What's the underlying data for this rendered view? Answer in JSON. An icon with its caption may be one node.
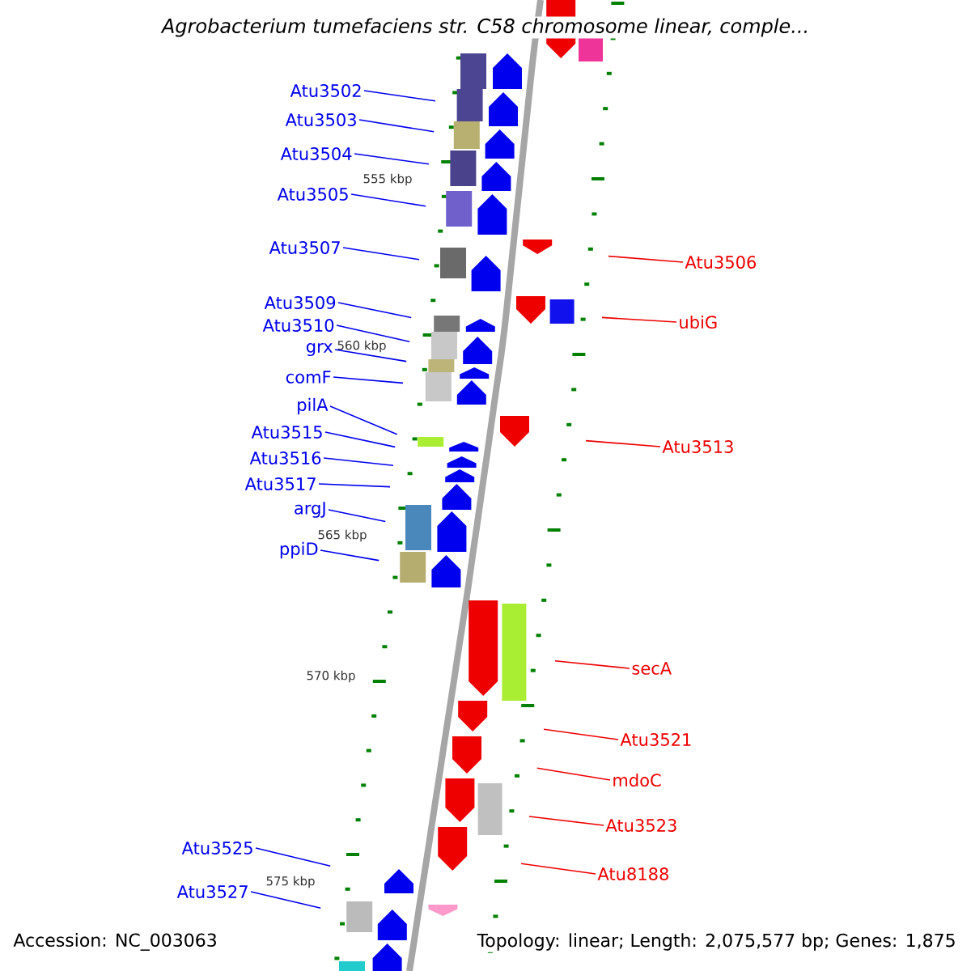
{
  "diagram": {
    "title": "Agrobacterium tumefaciens str. C58 chromosome linear, comple...",
    "nodes": [
      {
        "text": [
          "Atu3502"
        ]
      },
      {
        "text": [
          "Atu3503"
        ]
      },
      {
        "text": [
          "Atu3504"
        ]
      },
      {
        "text": [
          "Atu3505"
        ]
      },
      {
        "text": [
          "Atu3507"
        ]
      },
      {
        "text": [
          "Atu3506"
        ]
      },
      {
        "text": [
          "Atu3509"
        ]
      },
      {
        "text": [
          "ubiG"
        ]
      },
      {
        "text": [
          "Atu3510"
        ]
      },
      {
        "text": [
          "grx"
        ]
      },
      {
        "text": [
          "comF"
        ]
      },
      {
        "text": [
          "pilA"
        ]
      },
      {
        "text": [
          "Atu3515"
        ]
      },
      {
        "text": [
          "Atu3513"
        ]
      },
      {
        "text": [
          "Atu3516"
        ]
      },
      {
        "text": [
          "Atu3517"
        ]
      },
      {
        "text": [
          "argJ"
        ]
      },
      {
        "text": [
          "ppiD"
        ]
      },
      {
        "text": [
          "secA"
        ]
      },
      {
        "text": [
          "Atu3521"
        ]
      },
      {
        "text": [
          "mdoC"
        ]
      },
      {
        "text": [
          "Atu3523"
        ]
      },
      {
        "text": [
          "Atu3525"
        ]
      },
      {
        "text": [
          "Atu8188"
        ]
      },
      {
        "text": [
          "Atu3527"
        ]
      }
    ],
    "edges": [
      {
        "from": 0,
        "to": null,
        "arrow": "none"
      },
      {
        "from": 1,
        "to": null,
        "arrow": "none"
      },
      {
        "from": 2,
        "to": null,
        "arrow": "none"
      },
      {
        "from": 3,
        "to": null,
        "arrow": "none"
      },
      {
        "from": 4,
        "to": null,
        "arrow": "none"
      },
      {
        "from": 5,
        "to": null,
        "arrow": "none",
        "color": "#ee0000"
      },
      {
        "from": 6,
        "to": null,
        "arrow": "none"
      },
      {
        "from": 7,
        "to": null,
        "arrow": "none",
        "color": "#ee0000"
      },
      {
        "from": 8,
        "to": null,
        "arrow": "none"
      },
      {
        "from": 9,
        "to": null,
        "arrow": "none"
      },
      {
        "from": 10,
        "to": null,
        "arrow": "none"
      },
      {
        "from": 11,
        "to": null,
        "arrow": "none"
      },
      {
        "from": 12,
        "to": null,
        "arrow": "none"
      },
      {
        "from": 13,
        "to": null,
        "arrow": "none",
        "color": "#ee0000"
      },
      {
        "from": 14,
        "to": null,
        "arrow": "none"
      },
      {
        "from": 15,
        "to": null,
        "arrow": "none"
      },
      {
        "from": 16,
        "to": null,
        "arrow": "none"
      },
      {
        "from": 17,
        "to": null,
        "arrow": "none"
      },
      {
        "from": 18,
        "to": null,
        "arrow": "none",
        "color": "#ee0000"
      },
      {
        "from": 19,
        "to": null,
        "arrow": "none",
        "color": "#ee0000"
      },
      {
        "from": 20,
        "to": null,
        "arrow": "none",
        "color": "#ee0000"
      },
      {
        "from": 21,
        "to": null,
        "arrow": "none",
        "color": "#ee0000"
      },
      {
        "from": 22,
        "to": null,
        "arrow": "none"
      },
      {
        "from": 23,
        "to": null,
        "arrow": "none",
        "color": "#ee0000"
      },
      {
        "from": 24,
        "to": null,
        "arrow": "none"
      }
    ],
    "labels": [
      "555 kbp",
      "560 kbp",
      "565 kbp",
      "570 kbp",
      "575 kbp",
      "Accession: NC_003063",
      "Topology: linear; Length: 2,075,577 bp; Genes: 1,875"
    ]
  }
}
